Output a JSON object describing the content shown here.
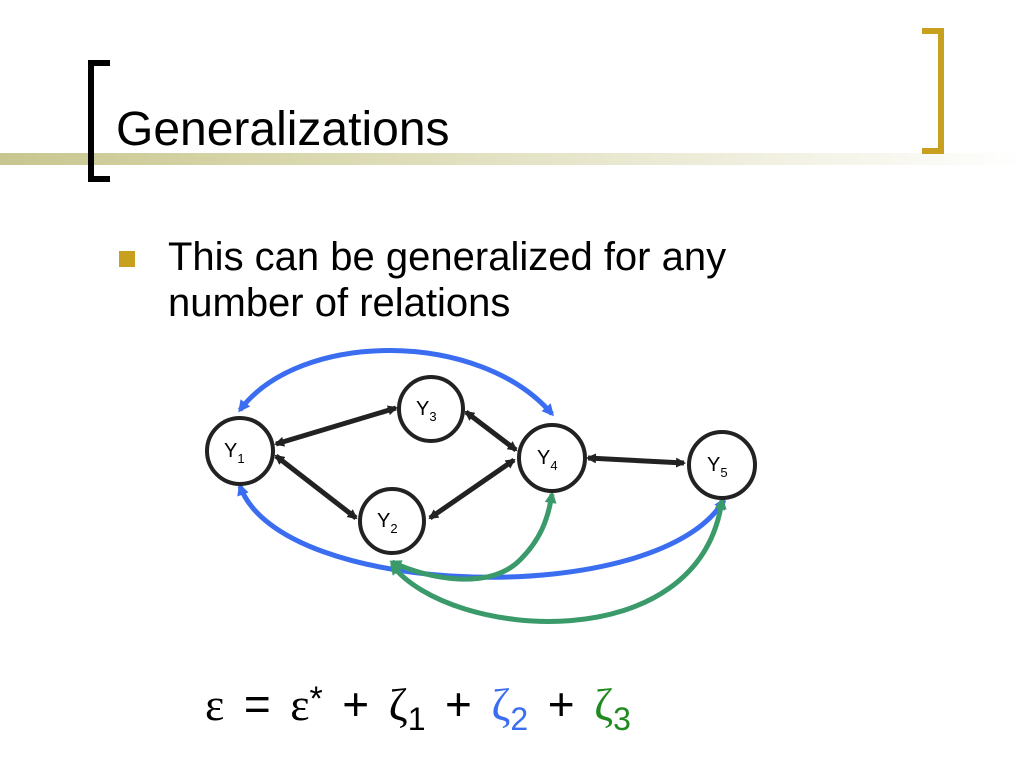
{
  "slide": {
    "title": "Generalizations",
    "bullet": {
      "line1": "This can be generalized for any",
      "line2": "number of relations"
    }
  },
  "diagram": {
    "nodes": [
      {
        "id": "Y1",
        "label": "Y",
        "sub": "1"
      },
      {
        "id": "Y2",
        "label": "Y",
        "sub": "2"
      },
      {
        "id": "Y3",
        "label": "Y",
        "sub": "3"
      },
      {
        "id": "Y4",
        "label": "Y",
        "sub": "4"
      },
      {
        "id": "Y5",
        "label": "Y",
        "sub": "5"
      }
    ],
    "edges": [
      {
        "from": "Y1",
        "to": "Y3",
        "color": "black",
        "type": "double-arrow"
      },
      {
        "from": "Y1",
        "to": "Y2",
        "color": "black",
        "type": "double-arrow"
      },
      {
        "from": "Y3",
        "to": "Y4",
        "color": "black",
        "type": "double-arrow"
      },
      {
        "from": "Y2",
        "to": "Y4",
        "color": "black",
        "type": "double-arrow"
      },
      {
        "from": "Y4",
        "to": "Y5",
        "color": "black",
        "type": "double-arrow"
      },
      {
        "from": "Y1",
        "to": "Y4",
        "color": "blue",
        "type": "curved-double-arrow"
      },
      {
        "from": "Y1",
        "to": "Y5",
        "color": "blue",
        "type": "curved-double-arrow"
      },
      {
        "from": "Y2",
        "to": "Y4",
        "color": "green",
        "type": "curved-double-arrow"
      },
      {
        "from": "Y2",
        "to": "Y5",
        "color": "green",
        "type": "curved-double-arrow"
      }
    ]
  },
  "equation": {
    "lhs": "ε",
    "eq": "=",
    "term0": "ε",
    "term0_sup": "*",
    "plus1": "+",
    "zeta1": "ζ",
    "zeta1_sub": "1",
    "plus2": "+",
    "zeta2": "ζ",
    "zeta2_sub": "2",
    "plus3": "+",
    "zeta3": "ζ",
    "zeta3_sub": "3"
  },
  "colors": {
    "accent_gold": "#c8a020",
    "blue": "#3a6df0",
    "green": "#3a9a6a",
    "black": "#222222",
    "title_line": "#d9d8ae"
  }
}
